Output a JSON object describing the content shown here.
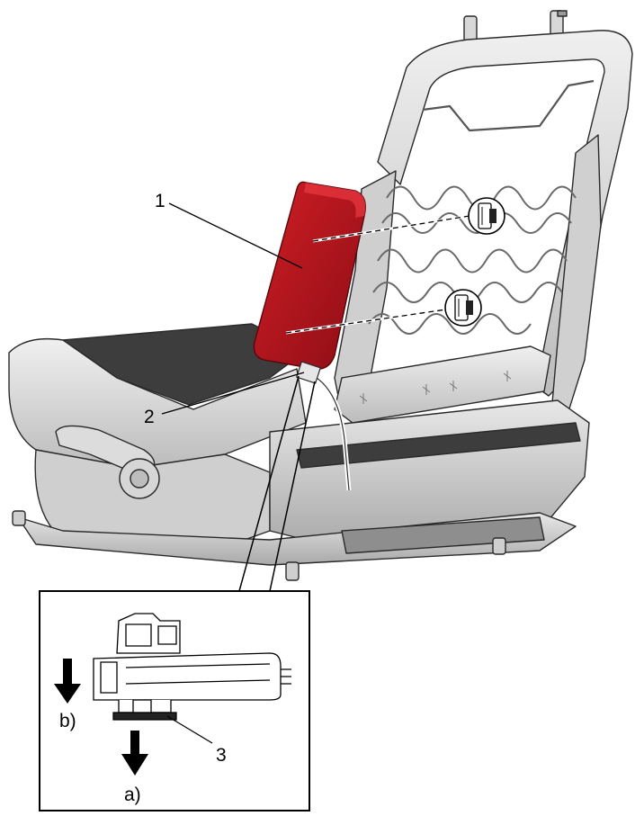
{
  "callouts": {
    "item_1": "1",
    "item_2": "2",
    "item_3": "3"
  },
  "directions": {
    "a": "a)",
    "b": "b)"
  },
  "colors": {
    "airbag_module": "#b5121b",
    "frame_light": "#e6e6e6",
    "frame_mid": "#bdbdbd",
    "frame_dark": "#3d3d3d",
    "outline": "#2a2a2a"
  },
  "icons": [
    "clip-icon",
    "clip-icon",
    "arrow-down-icon",
    "arrow-down-icon"
  ]
}
